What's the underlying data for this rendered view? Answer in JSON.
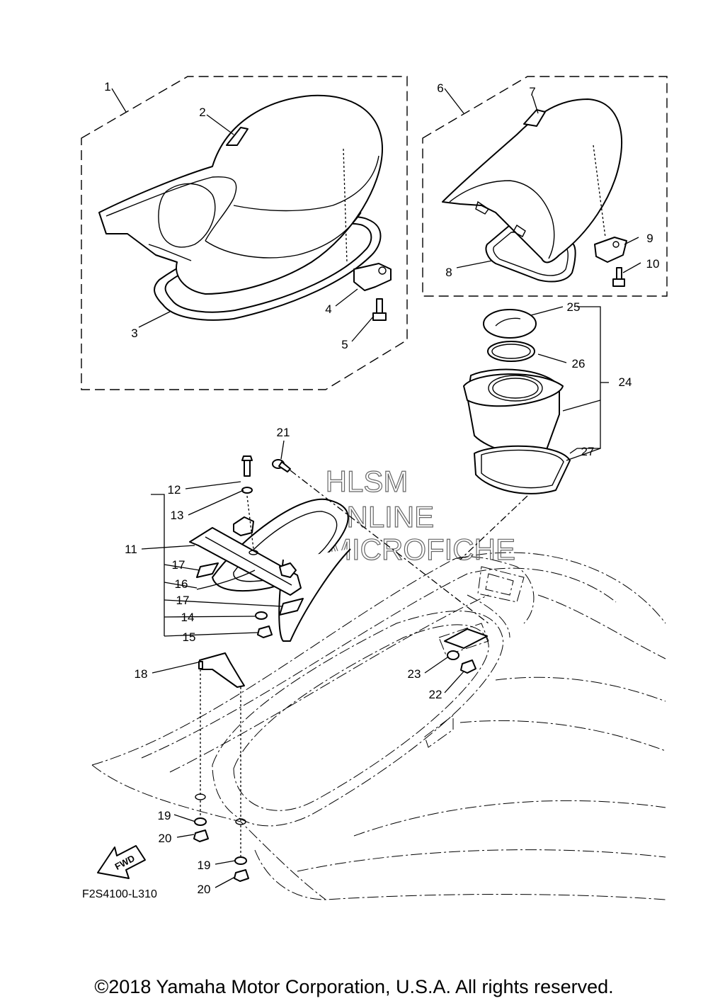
{
  "callouts": [
    "1",
    "2",
    "3",
    "4",
    "5",
    "6",
    "7",
    "8",
    "9",
    "10",
    "11",
    "12",
    "13",
    "14",
    "15",
    "16",
    "17",
    "17",
    "18",
    "19",
    "19",
    "20",
    "20",
    "21",
    "22",
    "23",
    "24",
    "25",
    "26",
    "27"
  ],
  "watermark": {
    "line1": "HLSM",
    "line2": "ONLINE",
    "line3": "MICROFICHE"
  },
  "fwd_label": "FWD",
  "reference_code": "F2S4100-L310",
  "copyright": "©2018 Yamaha Motor Corporation, U.S.A. All rights reserved."
}
